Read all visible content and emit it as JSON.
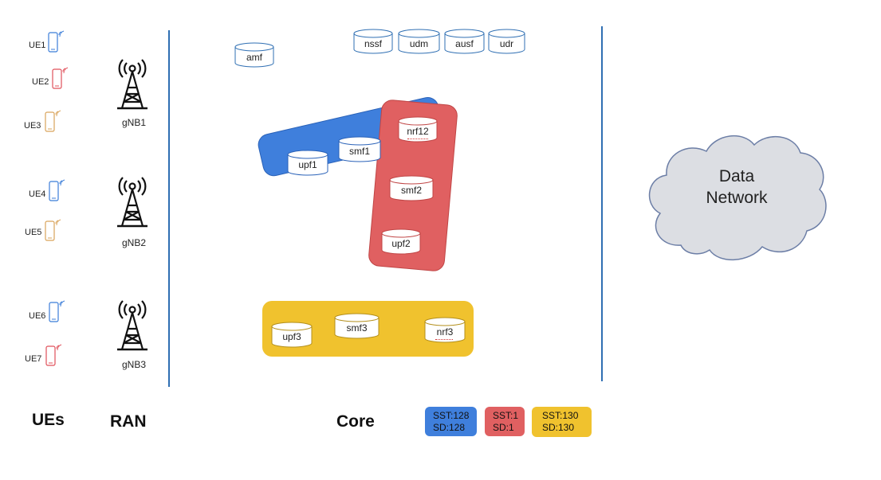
{
  "sections": {
    "ues": "UEs",
    "ran": "RAN",
    "core": "Core"
  },
  "ues": [
    {
      "label": "UE1",
      "color": "#3b7dd8"
    },
    {
      "label": "UE2",
      "color": "#e0505a"
    },
    {
      "label": "UE3",
      "color": "#d9a35a"
    },
    {
      "label": "UE4",
      "color": "#3b7dd8"
    },
    {
      "label": "UE5",
      "color": "#d9a35a"
    },
    {
      "label": "UE6",
      "color": "#3b7dd8"
    },
    {
      "label": "UE7",
      "color": "#e0505a"
    }
  ],
  "gnbs": [
    "gNB1",
    "gNB2",
    "gNB3"
  ],
  "core_nfs": {
    "amf": "amf",
    "nssf": "nssf",
    "udm": "udm",
    "ausf": "ausf",
    "udr": "udr"
  },
  "slice_blue": {
    "upf": "upf1",
    "smf": "smf1",
    "color": "#3f7fdc"
  },
  "slice_red": {
    "nrf": "nrf12",
    "smf": "smf2",
    "upf": "upf2",
    "color": "#e06061"
  },
  "slice_yellow": {
    "upf": "upf3",
    "smf": "smf3",
    "nrf": "nrf3",
    "color": "#f0c22e"
  },
  "data_network": {
    "line1": "Data",
    "line2": "Network"
  },
  "legend": [
    {
      "sst": "SST:128",
      "sd": "SD:128",
      "color": "#3f7fdc"
    },
    {
      "sst": "SST:1",
      "sd": "SD:1",
      "color": "#e06061"
    },
    {
      "sst": "SST:130",
      "sd": "SD:130",
      "color": "#f0c22e"
    }
  ]
}
